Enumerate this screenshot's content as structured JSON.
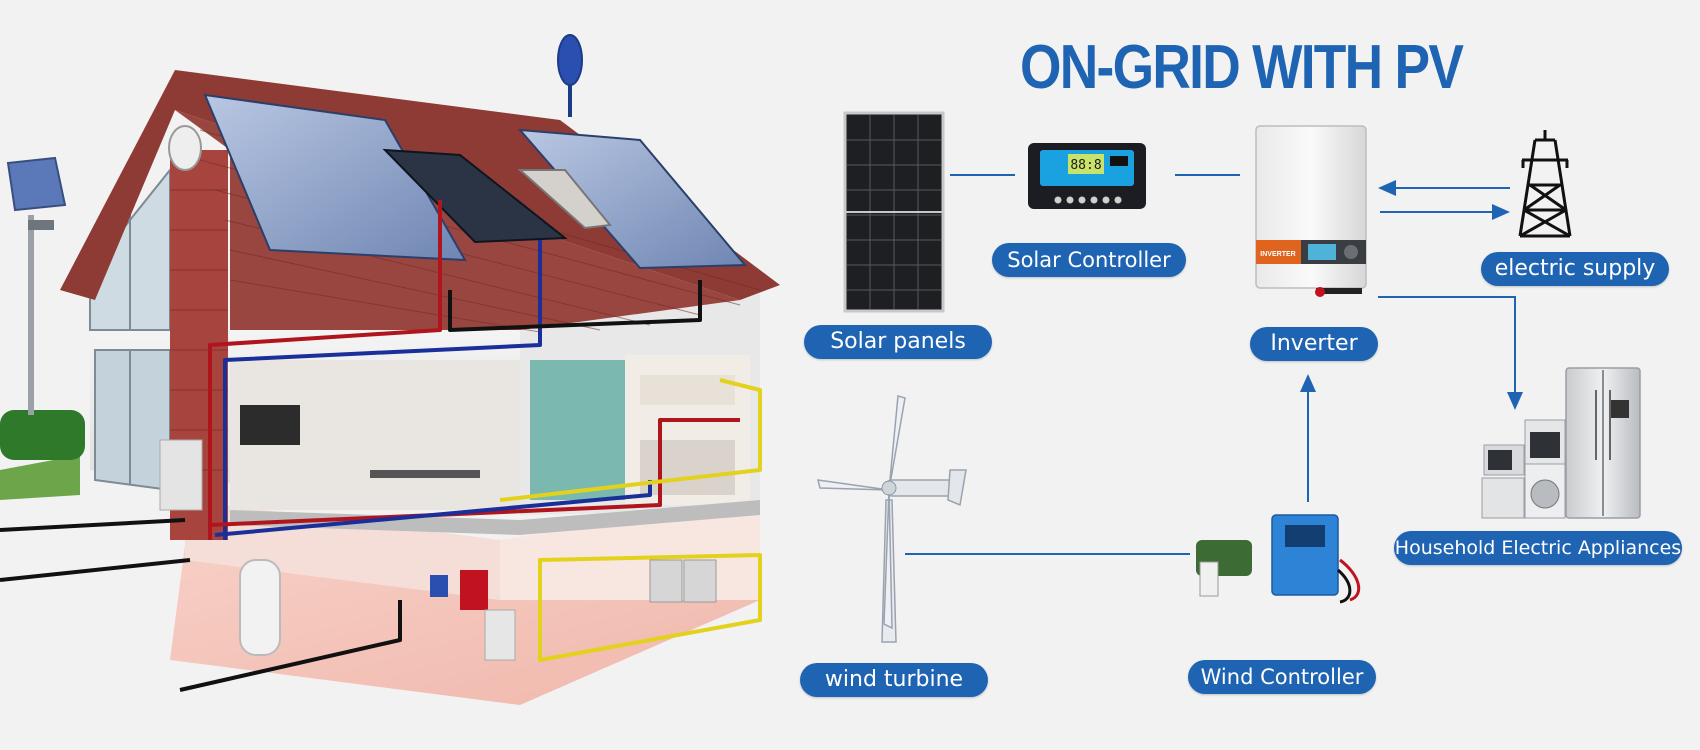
{
  "title": "ON-GRID WITH PV",
  "labels": {
    "solar_panels": "Solar panels",
    "solar_controller": "Solar Controller",
    "inverter": "Inverter",
    "electric_supply": "electric supply",
    "household_appliances": "Household Electric Appliances",
    "wind_turbine": "wind turbine",
    "wind_controller": "Wind Controller"
  },
  "controller_display": "88:8",
  "inverter_brand": "INVERTER",
  "colors": {
    "accent_blue": "#1f64b2",
    "pipe_red": "#b0141c",
    "pipe_blue": "#1b2f9a",
    "pipe_yellow": "#e3d21c",
    "roof": "#8e3b35"
  }
}
